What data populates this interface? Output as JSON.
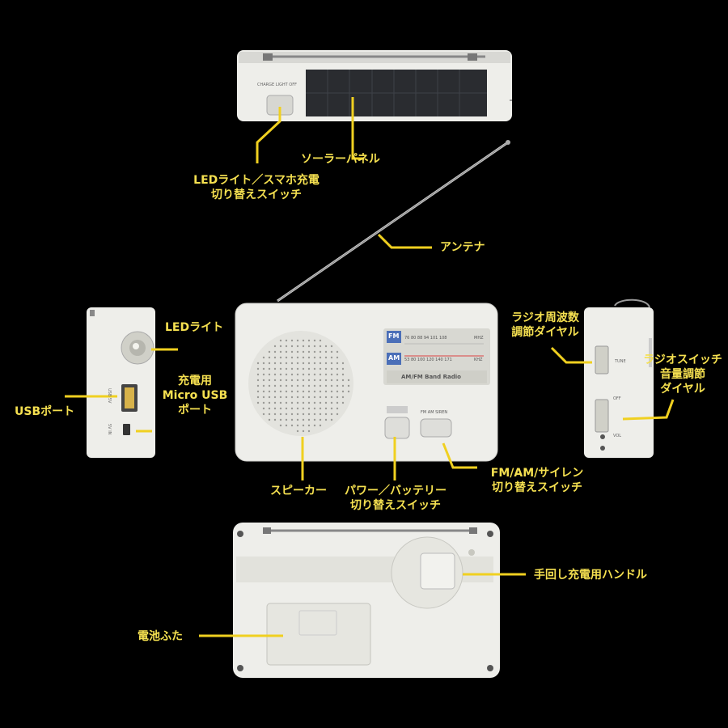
{
  "colors": {
    "background": "#000000",
    "label": "#f5e050",
    "leader": "#f0d020",
    "body": "#eeeeea"
  },
  "labels": {
    "led_switch": [
      "LEDライト／スマホ充電",
      "切り替えスイッチ"
    ],
    "solar_panel": "ソーラーパネル",
    "antenna": "アンテナ",
    "led_light": "LEDライト",
    "micro_usb": [
      "充電用",
      "Micro USB",
      "ポート"
    ],
    "usb_port": "USBポート",
    "tuning_dial": [
      "ラジオ周波数",
      "調節ダイヤル"
    ],
    "volume_dial": [
      "ラジオスイッチ",
      "音量調節",
      "ダイヤル"
    ],
    "speaker": "スピーカー",
    "power_switch": [
      "パワー／バッテリー",
      "切り替えスイッチ"
    ],
    "band_switch": [
      "FM/AM/サイレン",
      "切り替えスイッチ"
    ],
    "crank": "手回し充電用ハンドル",
    "battery_cover": "電池ふた"
  },
  "device_print": {
    "top_switch": "CHARGE  LIGHT  OFF",
    "fm_badge": "FM",
    "am_badge": "AM",
    "fm_scale": "76  80  88  94  101  108",
    "am_scale": "53  80  100  120  140  171",
    "fm_unit": "MHZ",
    "am_unit": "KHZ",
    "band_name": "AM/FM Band Radio",
    "band_switch_print": "FM  AM  SIREN",
    "usb_side": "USB 5V",
    "micro_side": "5V IN",
    "tune_side": "TUNE",
    "vol_side": "OFF",
    "vol_side2": "VOL"
  }
}
